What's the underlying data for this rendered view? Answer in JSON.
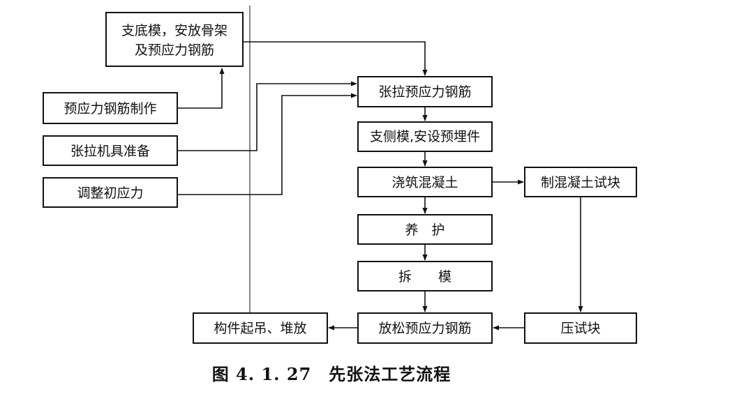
{
  "diagram": {
    "nodes": {
      "support_bottom_line1": "支底模，安放骨架",
      "support_bottom_line2": "及预应力钢筋",
      "make_tendons": "预应力钢筋制作",
      "prepare_jack": "张拉机具准备",
      "adjust_stress": "调整初应力",
      "tension": "张拉预应力钢筋",
      "side_forms": "支侧模,安设预埋件",
      "pour_concrete": "浇筑混凝土",
      "make_test_block": "制混凝土试块",
      "curing": "养　护",
      "demould": "拆　　模",
      "release": "放松预应力钢筋",
      "compress_test": "压试块",
      "lift_stack": "构件起吊、堆放"
    },
    "caption": "图 4. 1. 27　先张法工艺流程"
  }
}
